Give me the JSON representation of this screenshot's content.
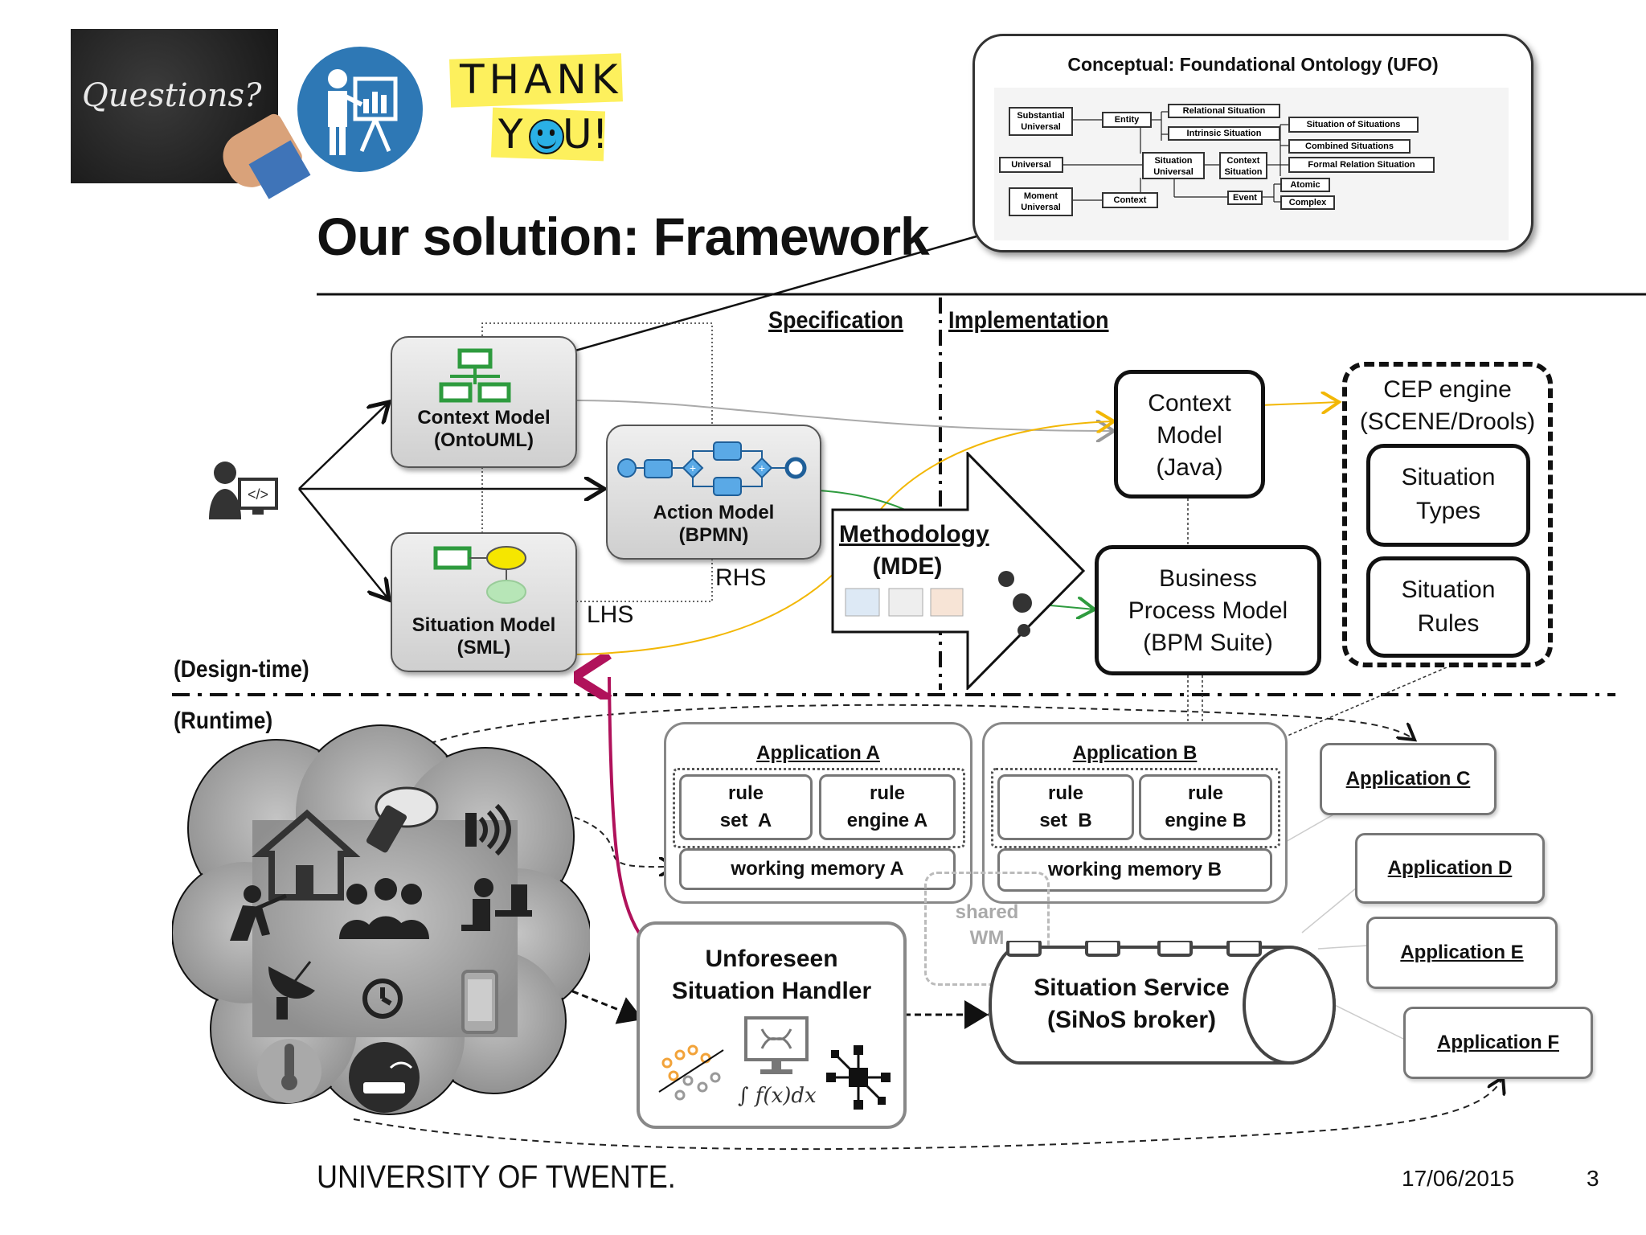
{
  "slide": {
    "title": "Our solution: Framework",
    "footer_org": "UNIVERSITY OF TWENTE.",
    "date": "17/06/2015",
    "page_number": "3"
  },
  "corner_images": {
    "questions": "Questions?",
    "thank_you_line1": "THANK",
    "thank_you_line2": "Y",
    "thank_you_line3": "U!"
  },
  "ufo_panel": {
    "title": "Conceptual: Foundational Ontology (UFO)",
    "nodes": {
      "substantial_universal": "Substantial Universal",
      "entity": "Entity",
      "relational_situation": "Relational Situation",
      "intrinsic_situation": "Intrinsic Situation",
      "situation_of_situations": "Situation of Situations",
      "combined_situations": "Combined Situations",
      "universal": "Universal",
      "situation_universal": "Situation Universal",
      "context_situation": "Context Situation",
      "formal_relation_situation": "Formal Relation Situation",
      "atomic": "Atomic",
      "moment_universal": "Moment Universal",
      "context": "Context",
      "event": "Event",
      "complex": "Complex"
    }
  },
  "sections": {
    "specification": "Specification",
    "implementation": "Implementation",
    "design_time": "(Design-time)",
    "runtime": "(Runtime)"
  },
  "design": {
    "context_model": {
      "line1": "Context Model",
      "line2": "(OntoUML)"
    },
    "action_model": {
      "line1": "Action Model",
      "line2": "(BPMN)"
    },
    "situation_model": {
      "line1": "Situation Model",
      "line2": "(SML)"
    },
    "rhs": "RHS",
    "lhs": "LHS",
    "methodology": {
      "line1": "Methodology",
      "line2": "(MDE)"
    }
  },
  "implementation": {
    "context_model_java": {
      "line1": "Context",
      "line2": "Model",
      "line3": "(Java)"
    },
    "bpm": {
      "line1": "Business",
      "line2": "Process Model",
      "line3": "(BPM Suite)"
    },
    "cep": {
      "line1": "CEP engine",
      "line2": "(SCENE/Drools)"
    },
    "situation_types": {
      "line1": "Situation",
      "line2": "Types"
    },
    "situation_rules": {
      "line1": "Situation",
      "line2": "Rules"
    }
  },
  "runtime": {
    "app_a": {
      "title": "Application A",
      "rule_set_1": "rule",
      "rule_set_2": "set  A",
      "rule_engine_1": "rule",
      "rule_engine_2": "engine A",
      "working_memory": "working memory A"
    },
    "app_b": {
      "title": "Application B",
      "rule_set_1": "rule",
      "rule_set_2": "set  B",
      "rule_engine_1": "rule",
      "rule_engine_2": "engine B",
      "working_memory": "working memory B"
    },
    "app_c": "Application C",
    "app_d": "Application D",
    "app_e": "Application E",
    "app_f": "Application F",
    "shared_wm_1": "shared",
    "shared_wm_2": "WM",
    "unforeseen": {
      "line1": "Unforeseen",
      "line2": "Situation Handler",
      "formula": "∫ f(x)dx"
    },
    "situation_service": {
      "line1": "Situation Service",
      "line2": "(SiNoS broker)"
    }
  },
  "colors": {
    "accent_magenta": "#b0125b",
    "accent_orange": "#f2b705",
    "accent_green": "#2e9b3e",
    "bpmn_blue": "#5aa9e6",
    "logo_blue": "#2e78b5"
  }
}
